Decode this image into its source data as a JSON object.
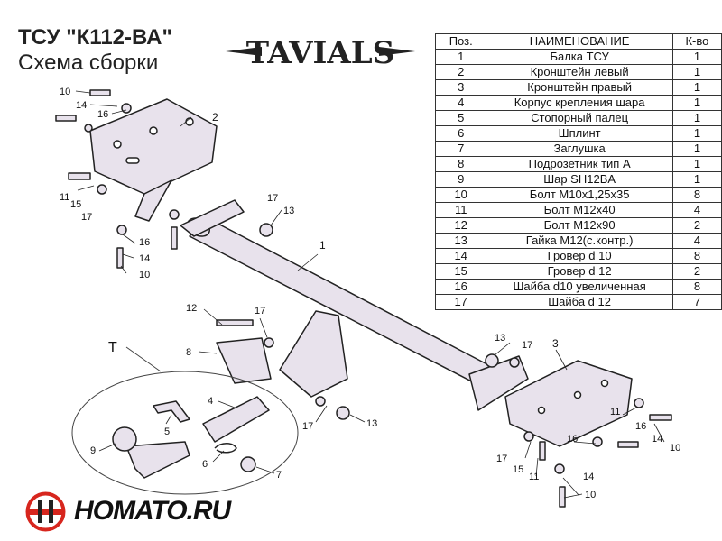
{
  "title": {
    "line1": "ТСУ  \"К112-ВА\"",
    "line2": "Схема сборки"
  },
  "brand_logo": {
    "text": "TAVIALS",
    "icon": "tavials-logo"
  },
  "parts_table": {
    "headers": {
      "pos": "Поз.",
      "name": "НАИМЕНОВАНИЕ",
      "qty": "К-во"
    },
    "rows": [
      {
        "pos": "1",
        "name": "Балка ТСУ",
        "qty": "1"
      },
      {
        "pos": "2",
        "name": "Кронштейн левый",
        "qty": "1"
      },
      {
        "pos": "3",
        "name": "Кронштейн правый",
        "qty": "1"
      },
      {
        "pos": "4",
        "name": "Корпус крепления шара",
        "qty": "1"
      },
      {
        "pos": "5",
        "name": "Стопорный палец",
        "qty": "1"
      },
      {
        "pos": "6",
        "name": "Шплинт",
        "qty": "1"
      },
      {
        "pos": "7",
        "name": "Заглушка",
        "qty": "1"
      },
      {
        "pos": "8",
        "name": "Подрозетник тип А",
        "qty": "1"
      },
      {
        "pos": "9",
        "name": "Шар SH12BA",
        "qty": "1"
      },
      {
        "pos": "10",
        "name": "Болт М10х1,25х35",
        "qty": "8"
      },
      {
        "pos": "11",
        "name": "Болт М12х40",
        "qty": "4"
      },
      {
        "pos": "12",
        "name": "Болт М12х90",
        "qty": "2"
      },
      {
        "pos": "13",
        "name": "Гайка М12(с.контр.)",
        "qty": "4"
      },
      {
        "pos": "14",
        "name": "Гровер d 10",
        "qty": "8"
      },
      {
        "pos": "15",
        "name": "Гровер d 12",
        "qty": "2"
      },
      {
        "pos": "16",
        "name": "Шайба d10 увеличенная",
        "qty": "8"
      },
      {
        "pos": "17",
        "name": "Шайба d 12",
        "qty": "7"
      }
    ]
  },
  "callouts": {
    "c10a": "10",
    "c14a": "14",
    "c16a": "16",
    "c2": "2",
    "c11a": "11",
    "c15a": "15",
    "c17a": "17",
    "c16b": "16",
    "c14b": "14",
    "c10b": "10",
    "c17b": "17",
    "c13a": "13",
    "c1": "1",
    "c12": "12",
    "c17c": "17",
    "c8": "8",
    "cT": "Т",
    "c4": "4",
    "c5": "5",
    "c9": "9",
    "c6": "6",
    "c7": "7",
    "c17d": "17",
    "c13b": "13",
    "c13c": "13",
    "c17e": "17",
    "c3": "3",
    "c11b": "11",
    "c16c": "16",
    "c10c": "10",
    "c14c": "14",
    "c17f": "17",
    "c15b": "15",
    "c11c": "11",
    "c16d": "16",
    "c14d": "14",
    "c10d": "10"
  },
  "site_logo": {
    "text": "HOMATO.RU",
    "icon": "homato-logo-icon"
  },
  "colors": {
    "part_fill": "#e8e2ec",
    "part_stroke": "#222222",
    "logo_red": "#d7261e"
  }
}
